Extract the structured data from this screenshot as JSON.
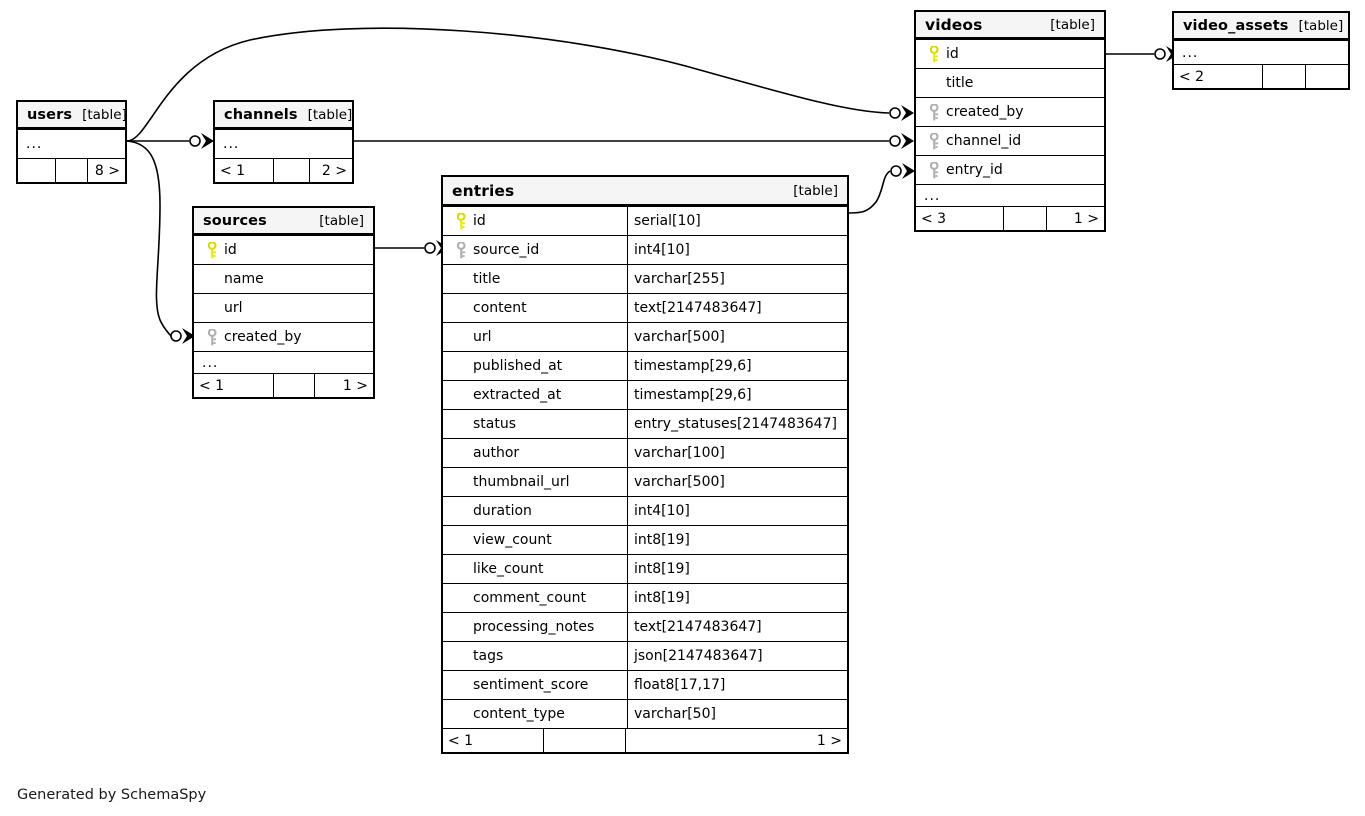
{
  "diagram": {
    "caption": "Generated by SchemaSpy",
    "table_tag": "[table]",
    "ellipsis": "...",
    "colors": {
      "pk_key": "#e8e800",
      "fk_key": "#b0b0b0",
      "header_bg": "#f5f5f5",
      "border": "#000000"
    }
  },
  "tables": {
    "users": {
      "name": "users",
      "tag": "[table]",
      "rows": [
        {
          "label": "...",
          "type": "",
          "key": "none"
        }
      ],
      "footer": [
        "",
        "",
        "8 >"
      ]
    },
    "channels": {
      "name": "channels",
      "tag": "[table]",
      "rows": [
        {
          "label": "...",
          "type": "",
          "key": "none"
        }
      ],
      "footer": [
        "< 1",
        "",
        "2 >"
      ]
    },
    "sources": {
      "name": "sources",
      "tag": "[table]",
      "rows": [
        {
          "label": "id",
          "type": "",
          "key": "pk"
        },
        {
          "label": "name",
          "type": "",
          "key": "none"
        },
        {
          "label": "url",
          "type": "",
          "key": "none"
        },
        {
          "label": "created_by",
          "type": "",
          "key": "fk"
        },
        {
          "label": "...",
          "type": "",
          "key": "none"
        }
      ],
      "footer": [
        "< 1",
        "",
        "1 >"
      ]
    },
    "entries": {
      "name": "entries",
      "tag": "[table]",
      "rows": [
        {
          "label": "id",
          "type": "serial[10]",
          "key": "pk"
        },
        {
          "label": "source_id",
          "type": "int4[10]",
          "key": "fk"
        },
        {
          "label": "title",
          "type": "varchar[255]",
          "key": "none"
        },
        {
          "label": "content",
          "type": "text[2147483647]",
          "key": "none"
        },
        {
          "label": "url",
          "type": "varchar[500]",
          "key": "none"
        },
        {
          "label": "published_at",
          "type": "timestamp[29,6]",
          "key": "none"
        },
        {
          "label": "extracted_at",
          "type": "timestamp[29,6]",
          "key": "none"
        },
        {
          "label": "status",
          "type": "entry_statuses[2147483647]",
          "key": "none"
        },
        {
          "label": "author",
          "type": "varchar[100]",
          "key": "none"
        },
        {
          "label": "thumbnail_url",
          "type": "varchar[500]",
          "key": "none"
        },
        {
          "label": "duration",
          "type": "int4[10]",
          "key": "none"
        },
        {
          "label": "view_count",
          "type": "int8[19]",
          "key": "none"
        },
        {
          "label": "like_count",
          "type": "int8[19]",
          "key": "none"
        },
        {
          "label": "comment_count",
          "type": "int8[19]",
          "key": "none"
        },
        {
          "label": "processing_notes",
          "type": "text[2147483647]",
          "key": "none"
        },
        {
          "label": "tags",
          "type": "json[2147483647]",
          "key": "none"
        },
        {
          "label": "sentiment_score",
          "type": "float8[17,17]",
          "key": "none"
        },
        {
          "label": "content_type",
          "type": "varchar[50]",
          "key": "none"
        }
      ],
      "footer": [
        "< 1",
        "",
        "1 >"
      ]
    },
    "videos": {
      "name": "videos",
      "tag": "[table]",
      "rows": [
        {
          "label": "id",
          "type": "",
          "key": "pk"
        },
        {
          "label": "title",
          "type": "",
          "key": "none"
        },
        {
          "label": "created_by",
          "type": "",
          "key": "fk"
        },
        {
          "label": "channel_id",
          "type": "",
          "key": "fk"
        },
        {
          "label": "entry_id",
          "type": "",
          "key": "fk"
        },
        {
          "label": "...",
          "type": "",
          "key": "none"
        }
      ],
      "footer": [
        "< 3",
        "",
        "1 >"
      ]
    },
    "video_assets": {
      "name": "video_assets",
      "tag": "[table]",
      "rows": [
        {
          "label": "...",
          "type": "",
          "key": "none"
        }
      ],
      "footer": [
        "< 2",
        "",
        ""
      ]
    }
  },
  "relationships": [
    {
      "from": "users",
      "to": "videos.created_by"
    },
    {
      "from": "users",
      "to": "channels"
    },
    {
      "from": "users",
      "to": "sources.created_by"
    },
    {
      "from": "channels",
      "to": "videos.channel_id"
    },
    {
      "from": "sources.id",
      "to": "entries.source_id"
    },
    {
      "from": "entries.id",
      "to": "videos.entry_id"
    },
    {
      "from": "videos.id",
      "to": "video_assets"
    }
  ]
}
